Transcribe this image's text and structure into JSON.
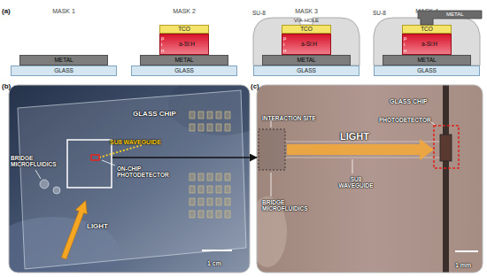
{
  "diagram": {
    "nodes": [
      {
        "text": [
          "METAL"
        ]
      },
      {
        "text": [
          "GLASS"
        ]
      },
      {
        "text": [
          "TCO"
        ]
      },
      {
        "text": [
          "p",
          "i",
          "n",
          "a-Si:H"
        ]
      },
      {
        "text": [
          "METAL"
        ]
      },
      {
        "text": [
          "GLASS"
        ]
      },
      {
        "text": [
          "SU-8"
        ]
      },
      {
        "text": [
          "TCO"
        ]
      },
      {
        "text": [
          "p",
          "i",
          "n",
          "a-Si:H"
        ]
      },
      {
        "text": [
          "METAL"
        ]
      },
      {
        "text": [
          "GLASS"
        ]
      },
      {
        "text": [
          "METAL"
        ]
      },
      {
        "text": [
          "SU-8"
        ]
      },
      {
        "text": [
          "TCO"
        ]
      },
      {
        "text": [
          "p",
          "i",
          "n",
          "a-Si:H"
        ]
      },
      {
        "text": [
          "METAL"
        ]
      },
      {
        "text": [
          "GLASS"
        ]
      }
    ],
    "labels": [
      "(a)",
      "MASK 1",
      "MASK 2",
      "MASK 3",
      "MASK 4",
      "VIA-HOLE",
      "(b)",
      "GLASS CHIP",
      "SU8 WAVEGUIDE",
      "BRIDGE MICROFLUIDICS",
      "ON-CHIP PHOTODETECTOR",
      "LIGHT",
      "1 cm",
      "(c)",
      "GLASS CHIP",
      "INTERACTION SITE",
      "PHOTODETECTOR",
      "LIGHT",
      "SU8 WAVEGUIDE",
      "BRIDGE MICROFLUIDICS",
      "1 mm"
    ]
  }
}
